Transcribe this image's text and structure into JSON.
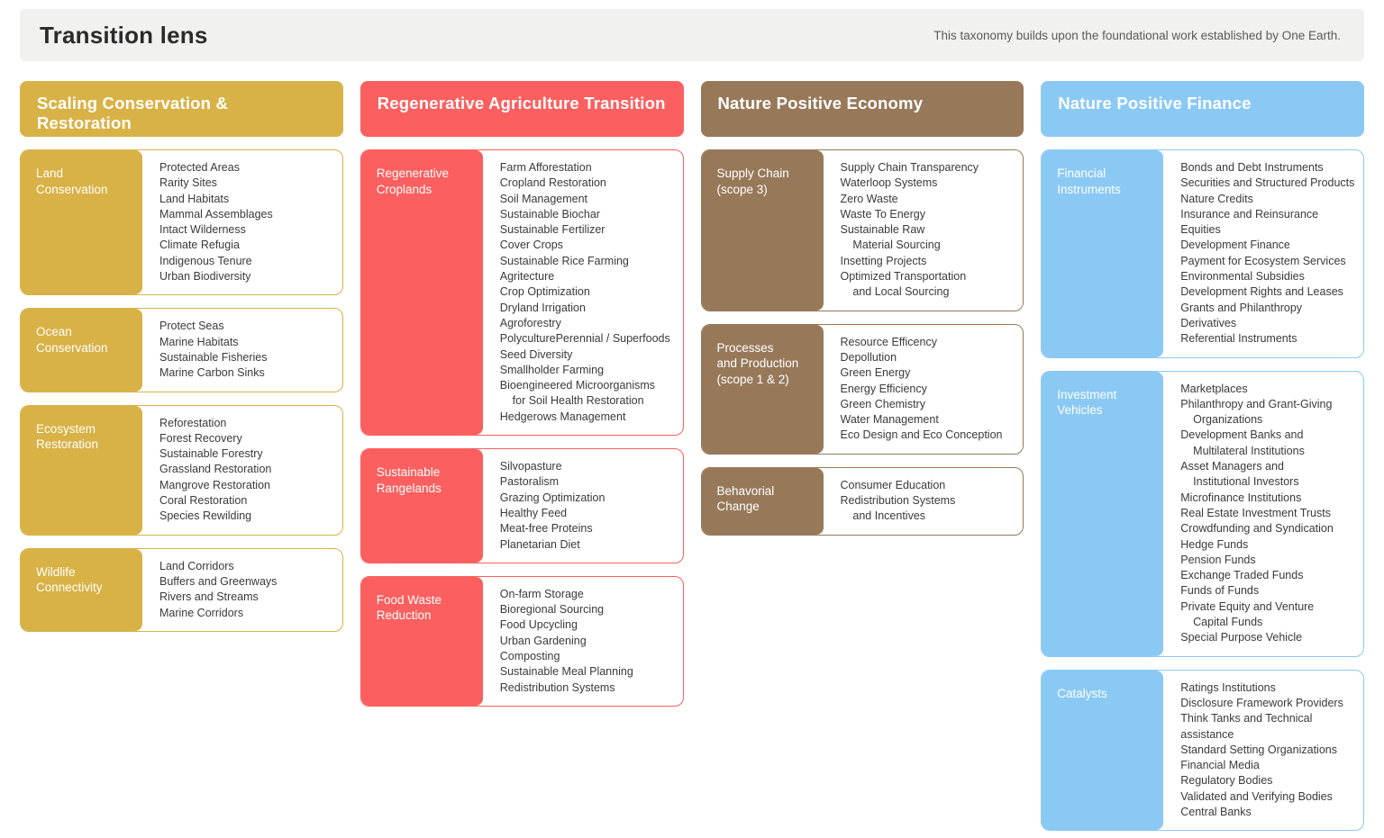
{
  "header": {
    "title": "Transition lens",
    "note": "This taxonomy builds upon the foundational work established by One Earth."
  },
  "columns": [
    {
      "id": "scaling-conservation-restoration",
      "title": "Scaling Conservation & Restoration",
      "color": "#d8b246",
      "cards": [
        {
          "id": "land-conservation",
          "label": "Land\nConservation",
          "items": [
            "Protected Areas",
            "Rarity Sites",
            "Land Habitats",
            "Mammal Assemblages",
            "Intact Wilderness",
            "Climate Refugia",
            "Indigenous Tenure",
            "Urban Biodiversity"
          ]
        },
        {
          "id": "ocean-conservation",
          "label": "Ocean\nConservation",
          "items": [
            "Protect Seas",
            "Marine Habitats",
            "Sustainable Fisheries",
            "Marine Carbon Sinks"
          ]
        },
        {
          "id": "ecosystem-restoration",
          "label": "Ecosystem\nRestoration",
          "items": [
            "Reforestation",
            "Forest Recovery",
            "Sustainable Forestry",
            "Grassland Restoration",
            "Mangrove Restoration",
            "Coral Restoration",
            "Species Rewilding"
          ]
        },
        {
          "id": "wildlife-connectivity",
          "label": "Wildlife\nConnectivity",
          "items": [
            "Land Corridors",
            "Buffers and Greenways",
            "Rivers and Streams",
            "Marine Corridors"
          ]
        }
      ]
    },
    {
      "id": "regenerative-agriculture-transition",
      "title": "Regenerative Agriculture Transition",
      "color": "#fc5f5f",
      "cards": [
        {
          "id": "regenerative-croplands",
          "label": "Regenerative\nCroplands",
          "items": [
            "Farm Afforestation",
            "Cropland Restoration",
            "Soil Management",
            "Sustainable Biochar",
            "Sustainable Fertilizer",
            "Cover Crops",
            "Sustainable Rice Farming",
            "Agritecture",
            "Crop Optimization",
            "Dryland Irrigation",
            "Agroforestry",
            "PolyculturePerennial / Superfoods",
            "Seed Diversity",
            "Smallholder Farming",
            "Bioengineered Microorganisms\n    for Soil Health Restoration",
            "Hedgerows Management"
          ]
        },
        {
          "id": "sustainable-rangelands",
          "label": "Sustainable\nRangelands",
          "items": [
            "Silvopasture",
            "Pastoralism",
            "Grazing Optimization",
            "Healthy Feed",
            "Meat-free Proteins",
            "Planetarian Diet"
          ]
        },
        {
          "id": "food-waste-reduction",
          "label": "Food Waste\nReduction",
          "items": [
            "On-farm Storage",
            "Bioregional Sourcing",
            "Food Upcycling",
            "Urban Gardening",
            "Composting",
            "Sustainable Meal Planning",
            "Redistribution Systems"
          ]
        }
      ]
    },
    {
      "id": "nature-positive-economy",
      "title": "Nature Positive Economy",
      "color": "#97795a",
      "cards": [
        {
          "id": "supply-chain-scope-3",
          "label": "Supply Chain\n(scope 3)",
          "items": [
            "Supply Chain Transparency",
            "Waterloop Systems",
            "Zero Waste",
            "Waste To Energy",
            "Sustainable Raw\n    Material Sourcing",
            "Insetting Projects",
            "Optimized Transportation\n    and Local Sourcing"
          ]
        },
        {
          "id": "processes-and-production-scope-1-2",
          "label": "Processes\nand Production\n(scope 1 & 2)",
          "items": [
            "Resource Efficency",
            "Depollution",
            "Green Energy",
            "Energy Efficiency",
            "Green Chemistry",
            "Water Management",
            "Eco Design and Eco Conception"
          ]
        },
        {
          "id": "behavorial-change",
          "label": "Behavorial\nChange",
          "items": [
            "Consumer Education",
            "Redistribution Systems\n    and Incentives"
          ]
        }
      ]
    },
    {
      "id": "nature-positive-finance",
      "title": "Nature Positive Finance",
      "color": "#8bc9f5",
      "cards": [
        {
          "id": "financial-instruments",
          "label": "Financial\nInstruments",
          "items": [
            "Bonds and Debt Instruments",
            "Securities and Structured Products",
            "Nature Credits",
            "Insurance and Reinsurance",
            "Equities",
            "Development Finance",
            "Payment for Ecosystem Services",
            "Environmental Subsidies",
            "Development Rights and Leases",
            "Grants and Philanthropy",
            "Derivatives",
            "Referential Instruments"
          ]
        },
        {
          "id": "investment-vehicles",
          "label": "Investment\nVehicles",
          "items": [
            "Marketplaces",
            "Philanthropy and Grant-Giving\n    Organizations",
            "Development Banks and\n    Multilateral Institutions",
            "Asset Managers and\n    Institutional Investors",
            "Microfinance Institutions",
            "Real Estate Investment Trusts",
            "Crowdfunding and Syndication",
            "Hedge Funds",
            "Pension Funds",
            "Exchange Traded Funds",
            "Funds of Funds",
            "Private Equity and Venture\n    Capital Funds",
            "Special Purpose Vehicle"
          ]
        },
        {
          "id": "catalysts",
          "label": "Catalysts",
          "items": [
            "Ratings Institutions",
            "Disclosure Framework Providers",
            "Think Tanks and Technical assistance",
            "Standard Setting Organizations",
            "Financial Media",
            "Regulatory Bodies",
            "Validated and Verifying Bodies",
            "Central Banks"
          ]
        }
      ]
    }
  ]
}
